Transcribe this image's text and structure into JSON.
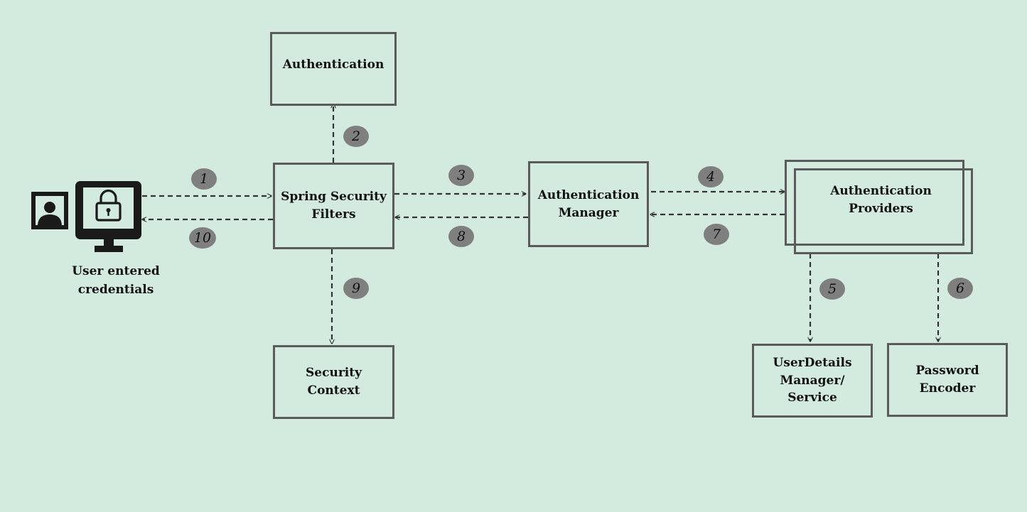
{
  "nodes": {
    "authentication": "Authentication",
    "filters": "Spring Security\nFilters",
    "manager": "Authentication\nManager",
    "providers": "Authentication\nProviders",
    "context": "Security\nContext",
    "user_details": "UserDetails\nManager/\nService",
    "encoder": "Password\nEncoder"
  },
  "user_caption": "User entered\ncredentials",
  "steps": [
    "1",
    "2",
    "3",
    "4",
    "5",
    "6",
    "7",
    "8",
    "9",
    "10"
  ],
  "colors": {
    "background": "#d3ebdf",
    "box_border": "#5a5a5a",
    "badge": "#7f7f7f",
    "arrow": "#333333"
  },
  "icons": {
    "user": "user-silhouette-icon",
    "monitor": "monitor-lock-icon"
  }
}
